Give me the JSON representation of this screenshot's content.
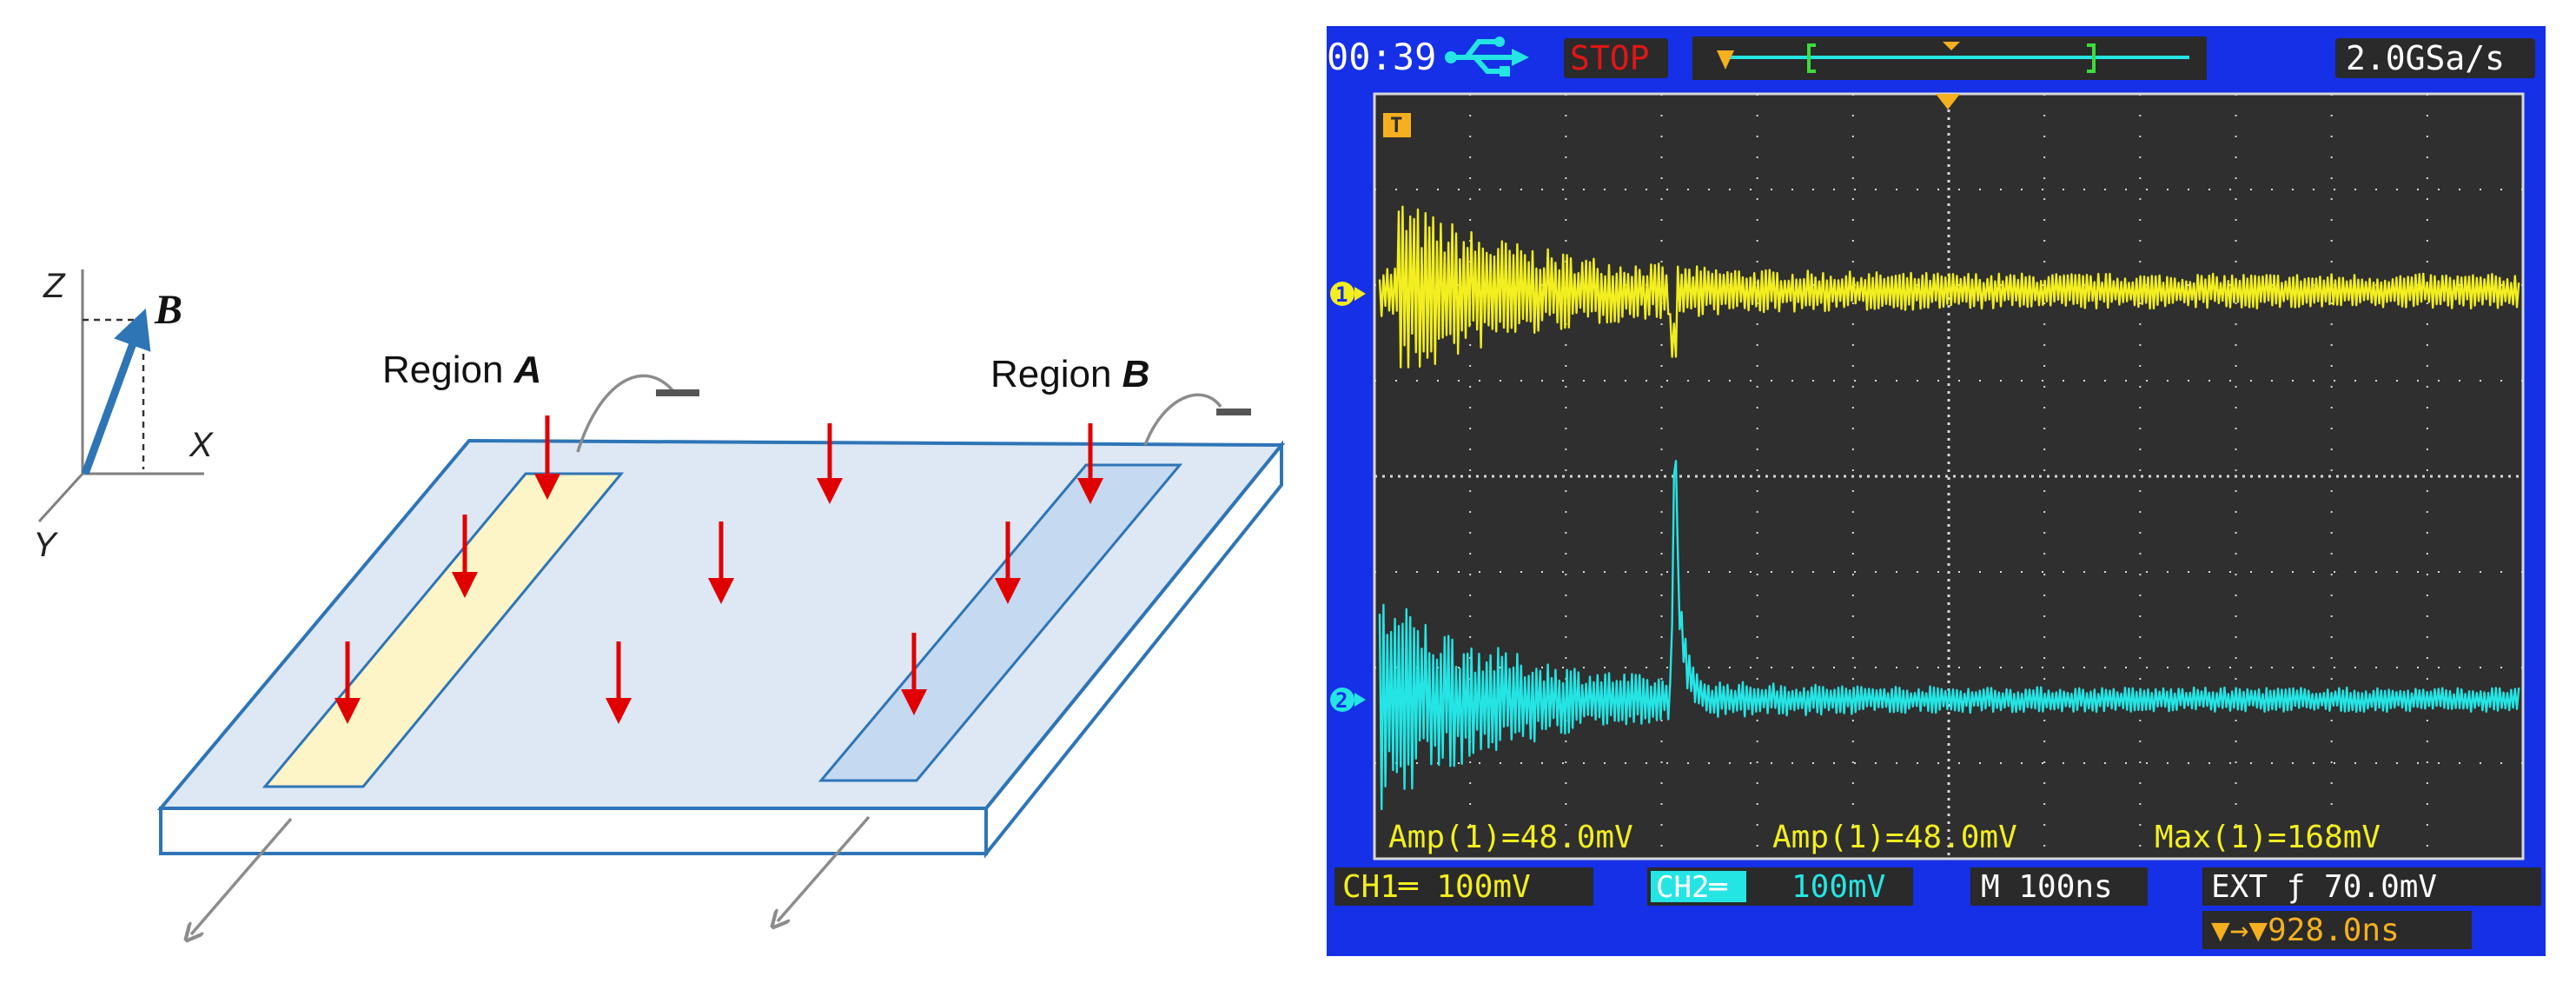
{
  "diagram": {
    "axes": {
      "z_label": "Z",
      "x_label": "X",
      "y_label": "Y",
      "vector_label": "B",
      "vector_color": "#2e75b6"
    },
    "region_a": {
      "prefix": "Region ",
      "letter": "A"
    },
    "region_b": {
      "prefix": "Region ",
      "letter": "B"
    },
    "colors": {
      "plate_top": "#dde8f4",
      "plate_edge": "#2e75b6",
      "region_a_fill": "#fdf5c8",
      "region_b_fill": "#c5d9f1",
      "arrow": "#e00000",
      "wire": "#8c8c8c"
    }
  },
  "scope": {
    "status": {
      "time": "00:39",
      "usb_icon": "usb-icon",
      "run_state": "STOP",
      "sample_rate": "2.0GSa/s"
    },
    "measurements": {
      "m1": "Amp(1)=48.0mV",
      "m2": "Amp(1)=48.0mV",
      "m3": "Max(1)=168mV"
    },
    "footer": {
      "ch1": "CH1═ 100mV",
      "ch2_tag": "CH2═",
      "ch2_value": "100mV",
      "timebase": "M 100ns",
      "trigger": "EXT ƒ 70.0mV",
      "trigger_delay": "▼→▼928.0ns"
    },
    "markers": {
      "trigger": "T",
      "ch1": "1",
      "ch2": "2"
    },
    "colors": {
      "frame": "#1530e6",
      "screen": "#2f2f2f",
      "grid": "#d8d8d8",
      "ch1": "#f2ee20",
      "ch2": "#25e4e4",
      "trigger": "#f5b020",
      "stop": "#e11616",
      "text_light": "#ffffff"
    }
  }
}
